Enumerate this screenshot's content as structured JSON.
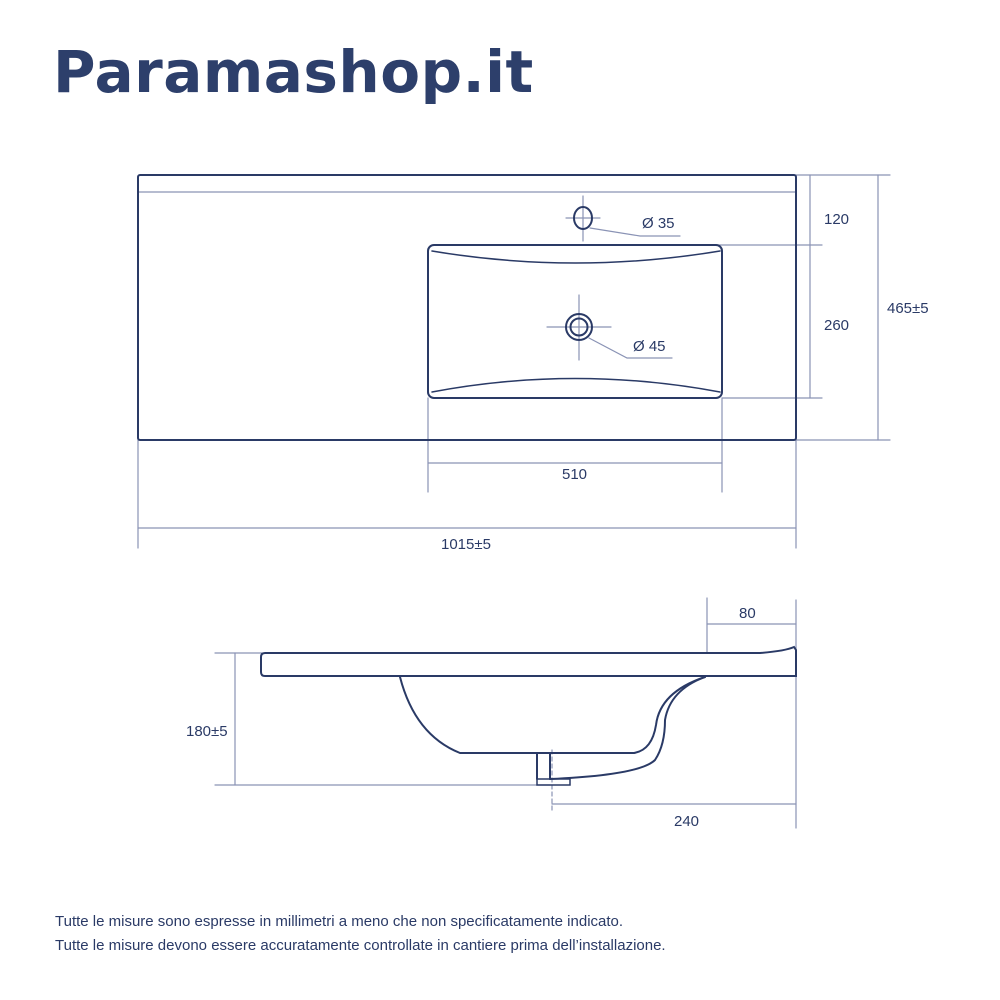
{
  "brand": "Paramashop.it",
  "colors": {
    "outline": "#2a3a66",
    "dimension": "#8a93b5",
    "brand": "#2d3f6b"
  },
  "top_view": {
    "faucet_hole": "Ø 35",
    "drain_hole": "Ø 45",
    "dim_faucet_offset": "120",
    "dim_bowl_depth": "260",
    "dim_total_depth": "465±5",
    "dim_bowl_width": "510",
    "dim_total_width": "1015±5"
  },
  "side_view": {
    "dim_lip": "80",
    "dim_height": "180±5",
    "dim_drain_offset": "240"
  },
  "notes": [
    "Tutte le misure sono espresse in millimetri a meno che non specificatamente indicato.",
    "Tutte le misure devono essere accuratamente controllate in cantiere prima dell’installazione."
  ]
}
